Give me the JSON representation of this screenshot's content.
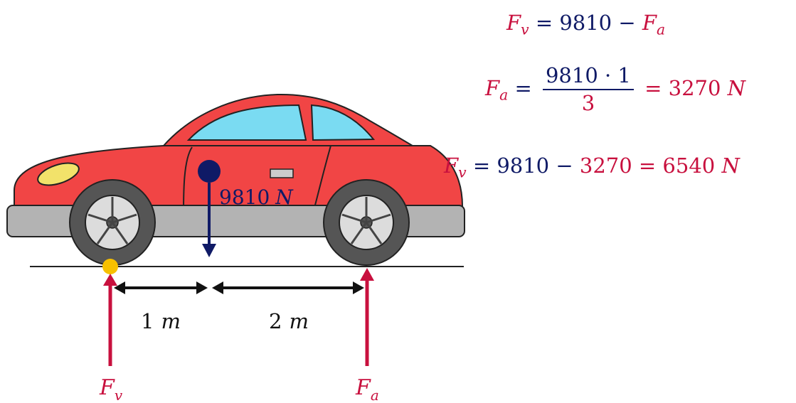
{
  "diagram": {
    "weight_label": "9810",
    "weight_unit": "N",
    "front_force_symbol": "F",
    "front_force_sub": "v",
    "rear_force_symbol": "F",
    "rear_force_sub": "a",
    "dist1_value": "1",
    "dist1_unit": "m",
    "dist2_value": "2",
    "dist2_unit": "m"
  },
  "equations": {
    "eq1": {
      "lhs_sym": "F",
      "lhs_sub": "v",
      "rhs_num": "= 9810 −",
      "rhs_sym": "F",
      "rhs_sub": "a"
    },
    "eq2": {
      "lhs_sym": "F",
      "lhs_sub": "a",
      "eq_sign": "=",
      "numerator": "9810 · 1",
      "denominator": "3",
      "result": "= 3270",
      "unit": "N"
    },
    "eq3": {
      "lhs_sym": "F",
      "lhs_sub": "v",
      "part1": "= 9810 −",
      "part2": "3270",
      "part3": "= 6540",
      "unit": "N"
    }
  },
  "colors": {
    "car_body": "#f14545",
    "window": "#7adbf2",
    "headlight": "#f2e26a",
    "navy": "#0f1a66",
    "crimson": "#c8103e",
    "pivot": "#f7c000",
    "bumper": "#b3b3b3",
    "tire": "#555555"
  }
}
